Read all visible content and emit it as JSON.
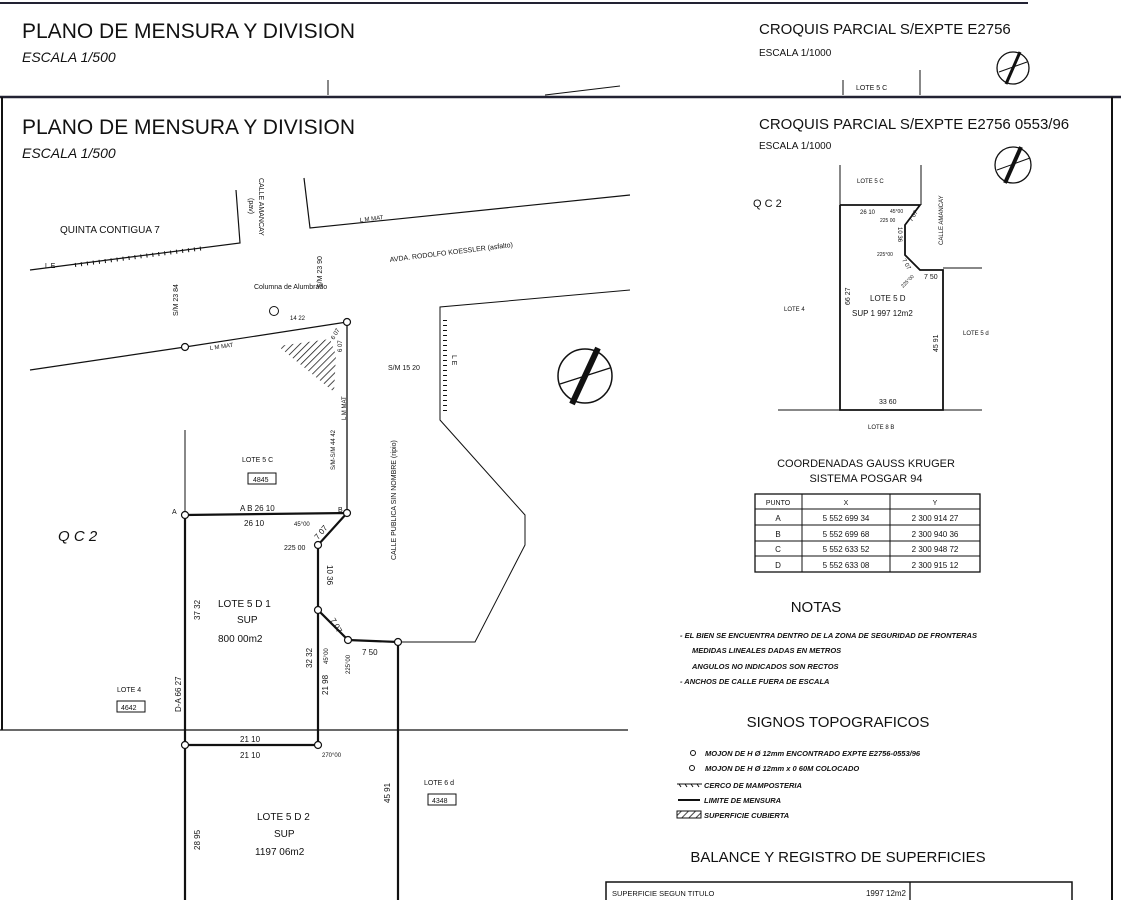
{
  "top_strip": {
    "title": "PLANO DE MENSURA Y DIVISION",
    "scale": "ESCALA 1/500",
    "croquis_title": "CROQUIS PARCIAL S/EXPTE  E2756",
    "croquis_scale": "ESCALA 1/1000",
    "lote_label": "LOTE 5 C"
  },
  "header": {
    "title": "PLANO DE MENSURA Y DIVISION",
    "scale": "ESCALA 1/500",
    "croquis_title": "CROQUIS PARCIAL S/EXPTE  E2756 0553/96",
    "croquis_scale": "ESCALA 1/1000"
  },
  "plan": {
    "quinta": "QUINTA CONTIGUA 7",
    "le1": "L E",
    "le2": "L E",
    "calle_amancay": "CALLE AMANCAY",
    "calle_amancay_sub": "(pav)",
    "lm_mat1": "L M MAT",
    "lm_mat2": "L M MAT",
    "lm_mat3": "L M MAT",
    "avda": "AVDA. RODOLFO KOESSLER (asfalto)",
    "sm1": "S/M 23 84",
    "sm2": "S/M 23 90",
    "sm3": "S/M 15 20",
    "sm4": "S/M-S/M 44 42",
    "columna": "Columna de Alumbrado",
    "d1422": "14 22",
    "d607a": "6 07",
    "d607b": "6 07",
    "calle_publica": "CALLE PUBLICA SIN NOMBRE (ripio)",
    "lote5c": "LOTE 5 C",
    "lote5c_num": "4845",
    "qc2": "Q C 2",
    "pt_a": "A",
    "pt_b": "B",
    "ab": "A  B 26 10",
    "d2610": "26 10",
    "a4500a": "45°00",
    "d707a": "7 07",
    "a22500a": "225 00",
    "d1036": "10 36",
    "lote5d1": "LOTE 5 D 1",
    "sup1": "SUP",
    "sup1_val": "800 00m2",
    "d3732": "37 32",
    "d3232": "32 32",
    "a4500b": "45°00",
    "d707b": "7 07",
    "a22500b": "225°00",
    "d750": "7 50",
    "d2198": "21 98",
    "lote4": "LOTE 4",
    "lote4_num": "4642",
    "da6627": "D-A 66 27",
    "d2110a": "21 10",
    "d2110b": "21 10",
    "a27000": "270°00",
    "d4591": "45 91",
    "lote6d": "LOTE 6 d",
    "lote6d_num": "4348",
    "lote5d2": "LOTE 5 D 2",
    "sup2": "SUP",
    "sup2_val": "1197 06m2",
    "d2895": "28 95"
  },
  "croquis": {
    "qc2": "Q C 2",
    "lote5c": "LOTE 5 C",
    "calle": "CALLE AMANCAY",
    "d2610": "26 10",
    "a4500": "45°00",
    "a22500a": "225 00",
    "d707a": "7 07",
    "d1036": "10 36",
    "a22500b": "225°00",
    "d707b": "7 07",
    "a22500c": "225°00",
    "d750": "7 50",
    "d6627": "66 27",
    "lote5d": "LOTE 5 D",
    "sup": "SUP 1 997 12m2",
    "lote4": "LOTE 4",
    "lote5d_right": "LOTE 5 d",
    "d4591": "45 91",
    "d3360": "33 60",
    "lote8b": "LOTE 8 B"
  },
  "coords": {
    "title": "COORDENADAS GAUSS KRUGER",
    "subtitle": "SISTEMA POSGAR 94",
    "headers": [
      "PUNTO",
      "X",
      "Y"
    ],
    "rows": [
      [
        "A",
        "5 552 699 34",
        "2 300 914 27"
      ],
      [
        "B",
        "5 552 699 68",
        "2 300 940 36"
      ],
      [
        "C",
        "5 552 633 52",
        "2 300 948 72"
      ],
      [
        "D",
        "5 552 633 08",
        "2 300 915 12"
      ]
    ]
  },
  "notas": {
    "title": "NOTAS",
    "items": [
      "- EL BIEN SE ENCUENTRA DENTRO DE LA ZONA DE SEGURIDAD DE FRONTERAS",
      "MEDIDAS LINEALES DADAS EN METROS",
      "ANGULOS NO INDICADOS SON RECTOS",
      "- ANCHOS DE CALLE FUERA DE ESCALA"
    ]
  },
  "signos": {
    "title": "SIGNOS TOPOGRAFICOS",
    "items": [
      "MOJON DE H Ø 12mm  ENCONTRADO  EXPTE E2756-0553/96",
      "MOJON DE H Ø 12mm  x 0 60M  COLOCADO",
      "CERCO DE MAMPOSTERIA",
      "LIMITE DE MENSURA",
      "SUPERFICIE CUBIERTA"
    ]
  },
  "balance": {
    "title": "BALANCE Y REGISTRO DE SUPERFICIES",
    "row1_label": "SUPERFICIE SEGUN TITULO",
    "row1_value": "1997 12m2"
  }
}
